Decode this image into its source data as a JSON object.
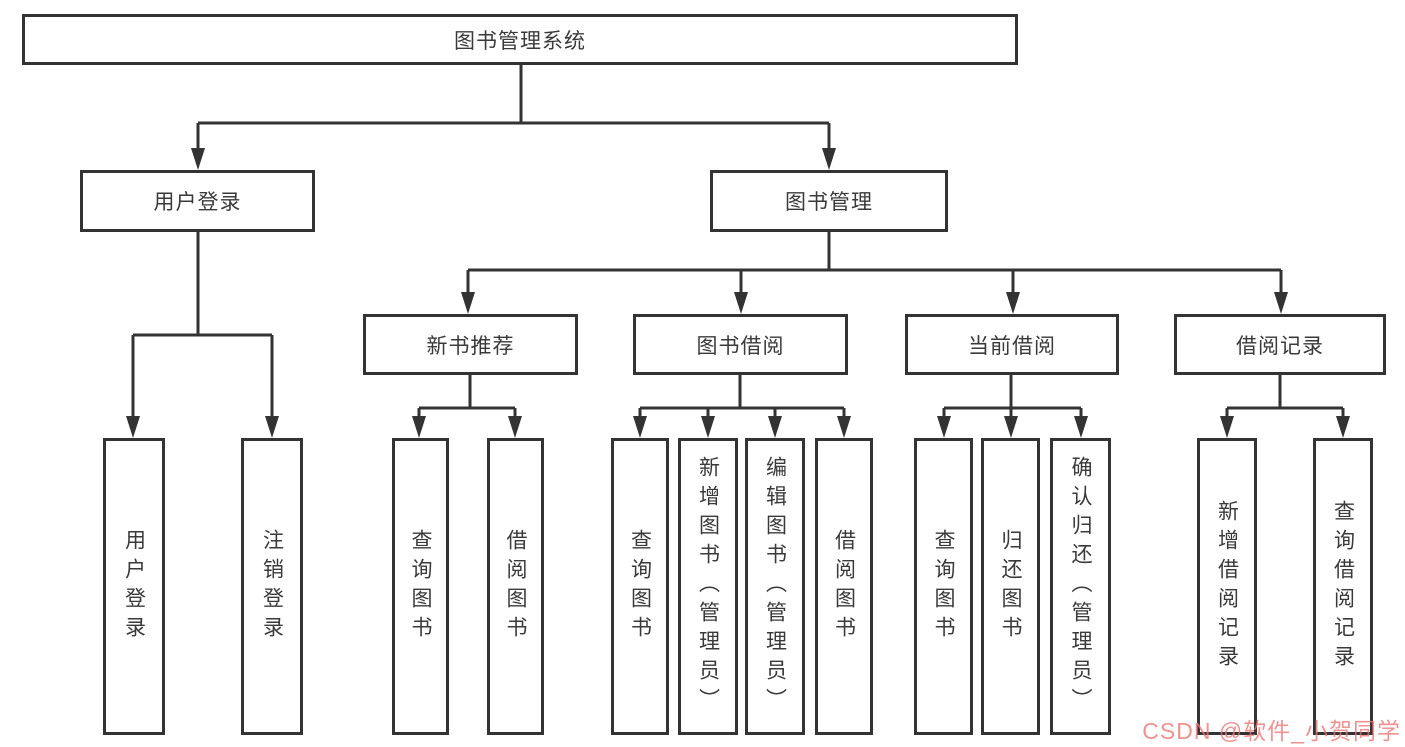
{
  "diagram": {
    "title": "图书管理系统",
    "nodes": {
      "root": {
        "label": "图书管理系统"
      },
      "user_login": {
        "label": "用户登录"
      },
      "book_management": {
        "label": "图书管理"
      },
      "new_book_recommend": {
        "label": "新书推荐"
      },
      "book_borrow": {
        "label": "图书借阅"
      },
      "current_borrow": {
        "label": "当前借阅"
      },
      "borrow_records": {
        "label": "借阅记录"
      },
      "leaf_user_login": {
        "label": "用户登录"
      },
      "leaf_logout_login": {
        "label": "注销登录"
      },
      "leaf_query_books_recommend": {
        "label": "查询图书"
      },
      "leaf_borrow_books_recommend": {
        "label": "借阅图书"
      },
      "leaf_query_books_borrow": {
        "label": "查询图书"
      },
      "leaf_add_books_admin": {
        "label": "新增图书（管理员）"
      },
      "leaf_edit_books_admin": {
        "label": "编辑图书（管理员）"
      },
      "leaf_borrow_books_borrow": {
        "label": "借阅图书"
      },
      "leaf_query_books_current": {
        "label": "查询图书"
      },
      "leaf_return_books": {
        "label": "归还图书"
      },
      "leaf_confirm_return_admin": {
        "label": "确认归还（管理员）"
      },
      "leaf_add_borrow_record": {
        "label": "新增借阅记录"
      },
      "leaf_query_borrow_record": {
        "label": "查询借阅记录"
      }
    },
    "edges": [
      [
        "root",
        "user_login"
      ],
      [
        "root",
        "book_management"
      ],
      [
        "user_login",
        "leaf_user_login"
      ],
      [
        "user_login",
        "leaf_logout_login"
      ],
      [
        "book_management",
        "new_book_recommend"
      ],
      [
        "book_management",
        "book_borrow"
      ],
      [
        "book_management",
        "current_borrow"
      ],
      [
        "book_management",
        "borrow_records"
      ],
      [
        "new_book_recommend",
        "leaf_query_books_recommend"
      ],
      [
        "new_book_recommend",
        "leaf_borrow_books_recommend"
      ],
      [
        "book_borrow",
        "leaf_query_books_borrow"
      ],
      [
        "book_borrow",
        "leaf_add_books_admin"
      ],
      [
        "book_borrow",
        "leaf_edit_books_admin"
      ],
      [
        "book_borrow",
        "leaf_borrow_books_borrow"
      ],
      [
        "current_borrow",
        "leaf_query_books_current"
      ],
      [
        "current_borrow",
        "leaf_return_books"
      ],
      [
        "current_borrow",
        "leaf_confirm_return_admin"
      ],
      [
        "borrow_records",
        "leaf_add_borrow_record"
      ],
      [
        "borrow_records",
        "leaf_query_borrow_record"
      ]
    ]
  },
  "watermark": {
    "text": "CSDN @软件_小贺同学",
    "color": "#e97373"
  },
  "colors": {
    "line": "#333333",
    "box_border": "#333333",
    "text": "#3a3a3a",
    "background": "#ffffff"
  }
}
